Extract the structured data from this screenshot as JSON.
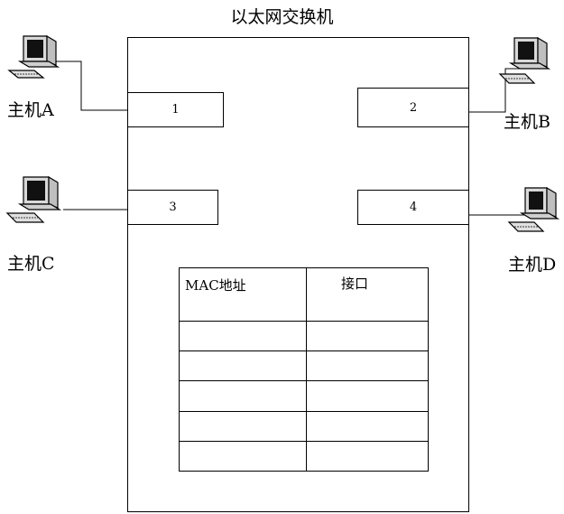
{
  "title": "以太网交换机",
  "ports": [
    {
      "id": "port-1",
      "label": "1"
    },
    {
      "id": "port-2",
      "label": "2"
    },
    {
      "id": "port-3",
      "label": "3"
    },
    {
      "id": "port-4",
      "label": "4"
    }
  ],
  "hosts": [
    {
      "id": "host-a",
      "label": "主机A"
    },
    {
      "id": "host-b",
      "label": "主机B"
    },
    {
      "id": "host-c",
      "label": "主机C"
    },
    {
      "id": "host-d",
      "label": "主机D"
    }
  ],
  "mac_table": {
    "headers": [
      "MAC地址",
      "接口"
    ],
    "rows": [
      [
        "",
        ""
      ],
      [
        "",
        ""
      ],
      [
        "",
        ""
      ],
      [
        "",
        ""
      ],
      [
        "",
        ""
      ]
    ]
  }
}
